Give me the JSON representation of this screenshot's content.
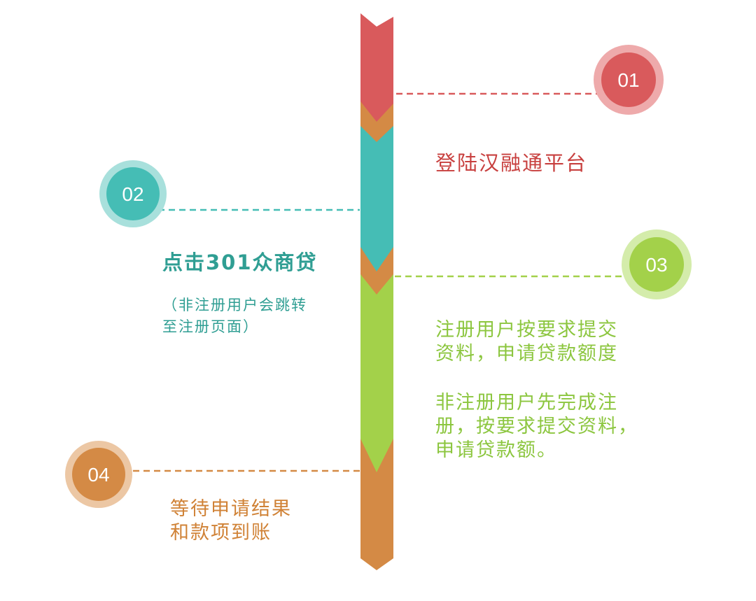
{
  "colors": {
    "red": "#d95a5c",
    "red_light": "#eeaaab",
    "teal": "#45bdb5",
    "teal_light": "#a8e0dc",
    "green": "#a3d14a",
    "green_light": "#d4ecab",
    "orange": "#d48a45",
    "orange_light": "#ecc7a4"
  },
  "steps": [
    {
      "number": "01",
      "title": "登陆汉融通平台"
    },
    {
      "number": "02",
      "title": "点击301众商贷",
      "note_lines": [
        "（非注册用户会跳转",
        "至注册页面）"
      ]
    },
    {
      "number": "03",
      "lines": [
        "注册用户按要求提交",
        "资料，申请贷款额度",
        "",
        "非注册用户先完成注",
        "册，按要求提交资料，",
        "申请贷款额。"
      ]
    },
    {
      "number": "04",
      "lines": [
        "等待申请结果",
        "和款项到账"
      ]
    }
  ]
}
